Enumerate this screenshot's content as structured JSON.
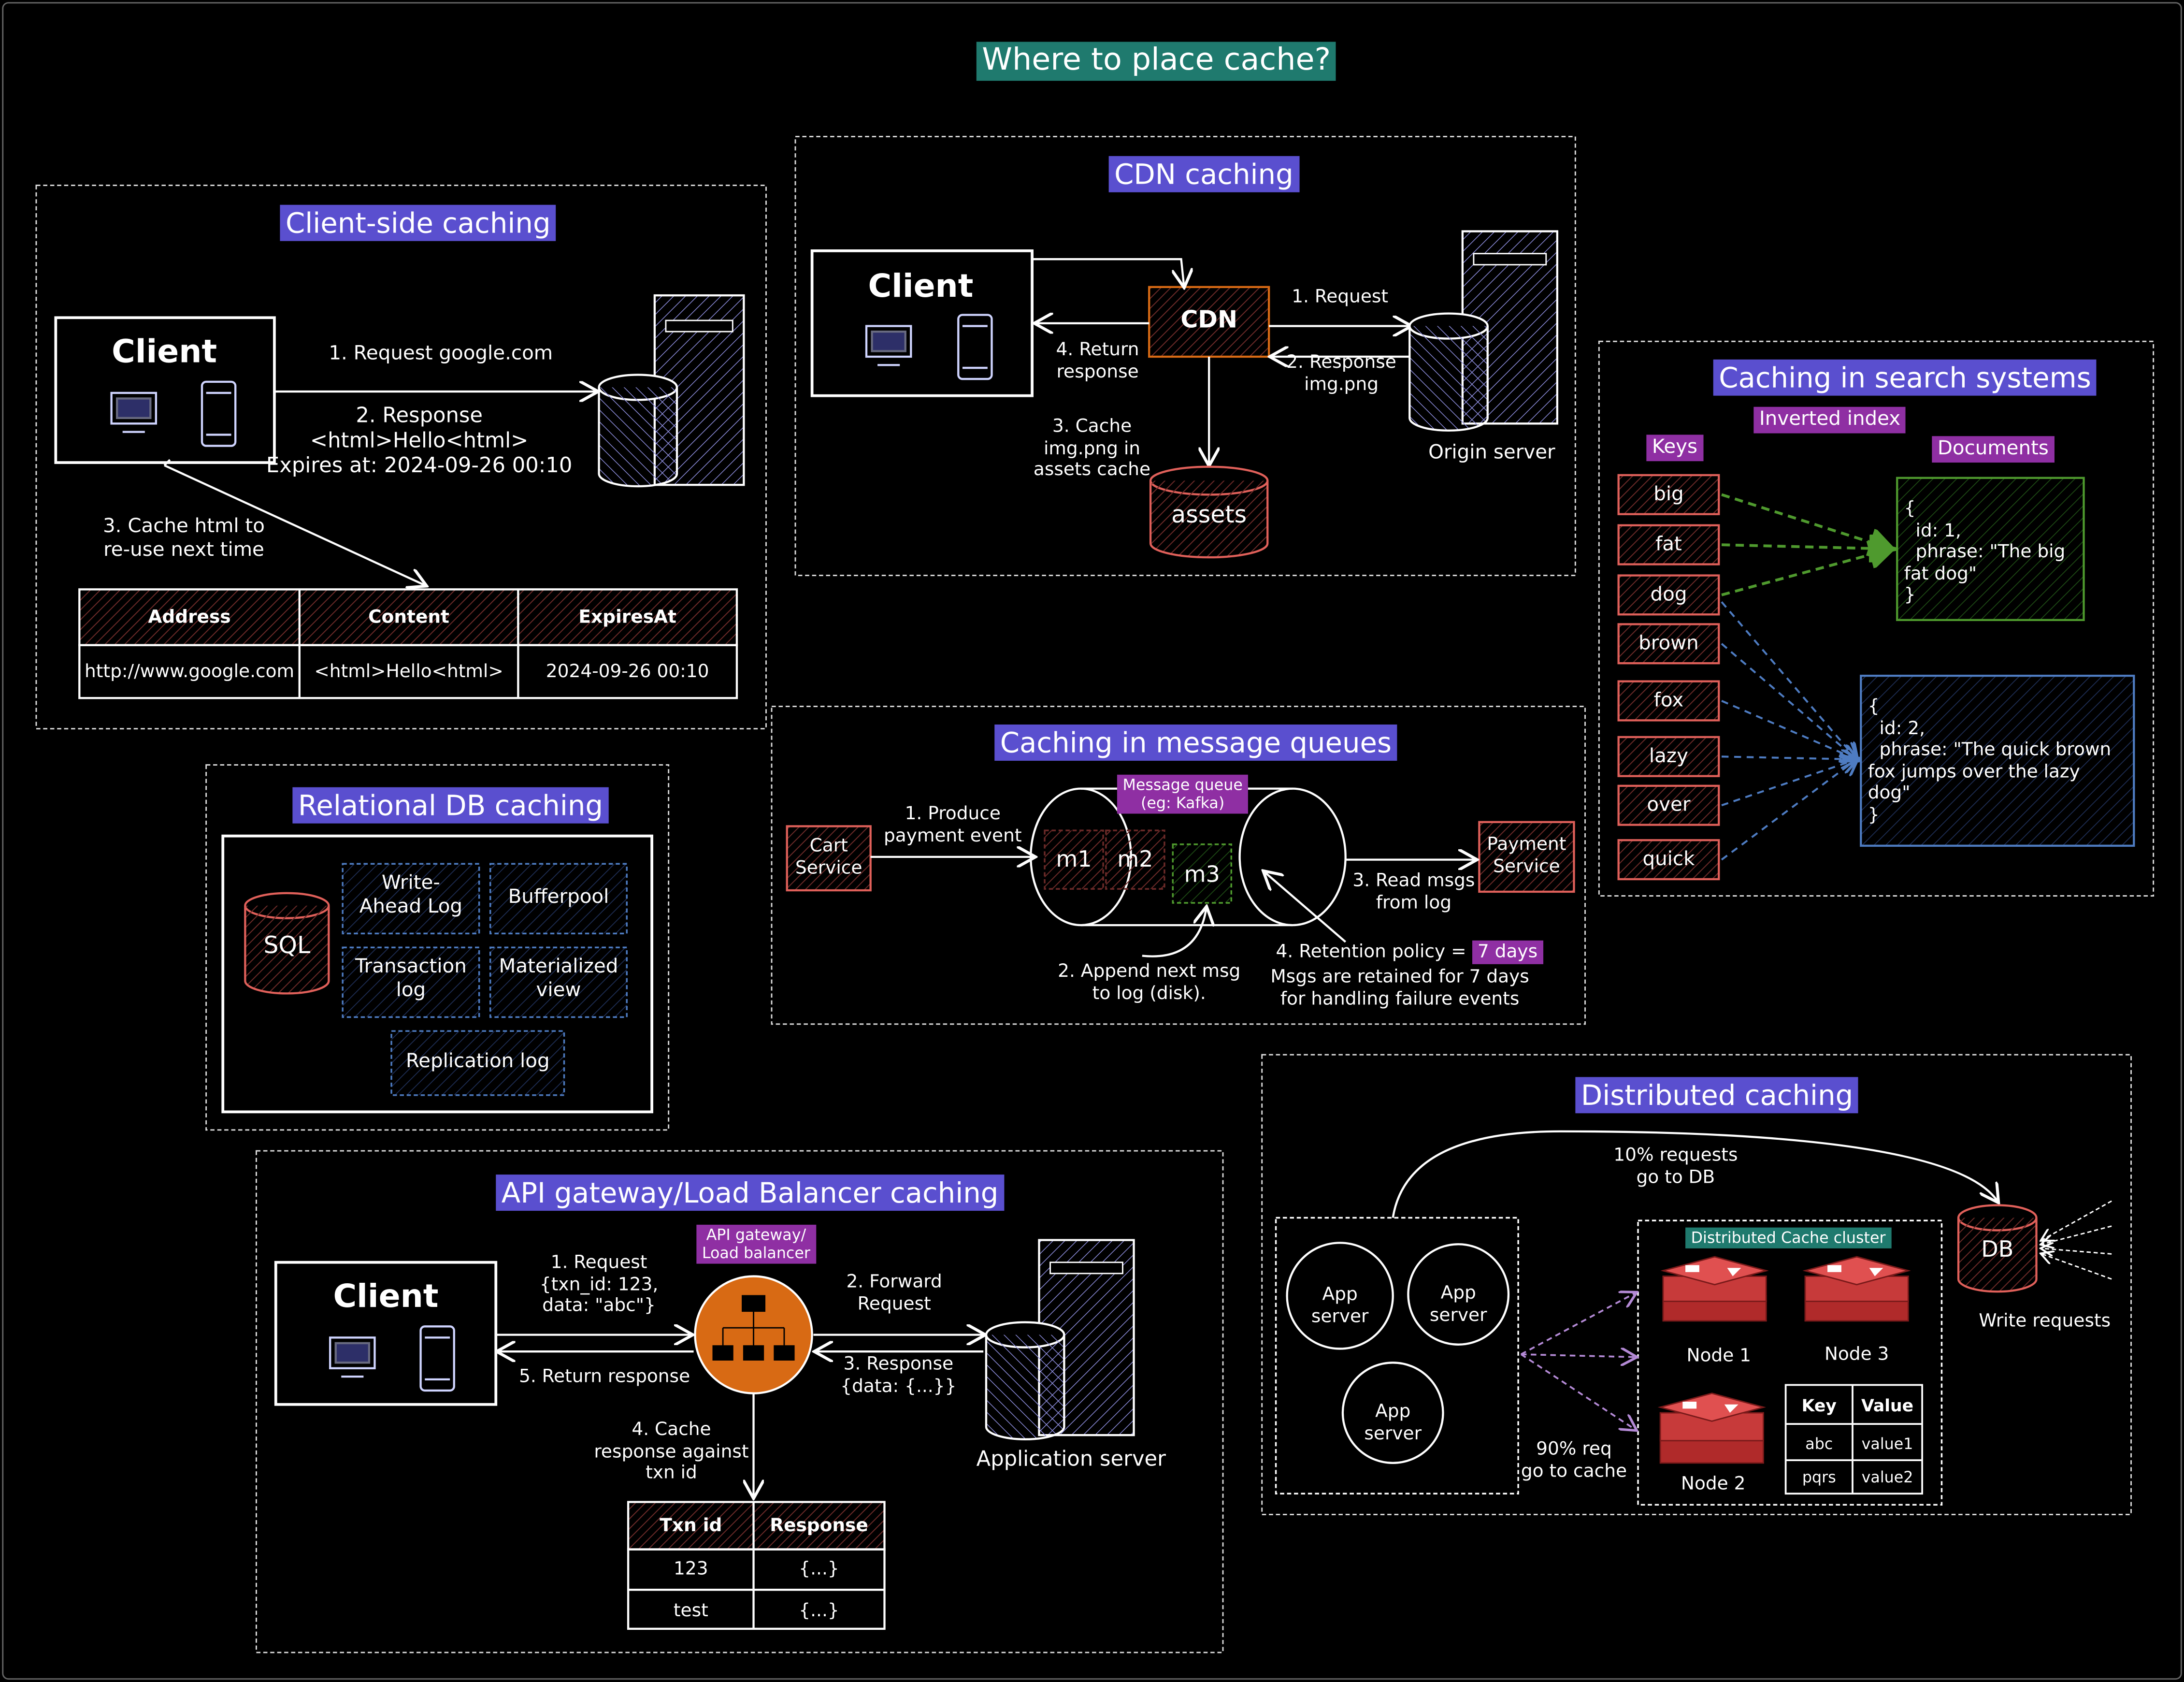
{
  "title": "Where to place cache?",
  "colors": {
    "title_bg": "#1f7a6e",
    "section_bg": "#5a4fcf",
    "tag_bg": "#8f2fa3",
    "red": "#e0605a",
    "green": "#4f9a2e",
    "blue": "#4e7cc2",
    "orange": "#d86a14"
  },
  "client_side": {
    "heading": "Client-side caching",
    "client_label": "Client",
    "request": "1. Request google.com",
    "response": "2. Response\n<html>Hello<html>\nExpires at: 2024-09-26 00:10",
    "cache_note": "3. Cache html to\nre-use next time",
    "table": {
      "headers": [
        "Address",
        "Content",
        "ExpiresAt"
      ],
      "row": [
        "http://www.google.com",
        "<html>Hello<html>",
        "2024-09-26 00:10"
      ]
    }
  },
  "cdn": {
    "heading": "CDN caching",
    "client_label": "Client",
    "cdn_label": "CDN",
    "request": "1. Request",
    "response": "2. Response\nimg.png",
    "cache_note": "3. Cache\nimg.png in\nassets cache",
    "return": "4. Return\nresponse",
    "assets_label": "assets",
    "origin_label": "Origin server"
  },
  "search": {
    "heading": "Caching in search systems",
    "index_tag": "Inverted index",
    "keys_label": "Keys",
    "docs_label": "Documents",
    "keys": [
      "big",
      "fat",
      "dog",
      "brown",
      "fox",
      "lazy",
      "over",
      "quick"
    ],
    "doc1": "{\n  id: 1,\n  phrase: \"The big\nfat dog\"\n}",
    "doc2": "{\n  id: 2,\n  phrase: \"The quick brown\nfox jumps over the lazy\ndog\"\n}"
  },
  "relational": {
    "heading": "Relational DB caching",
    "sql_label": "SQL",
    "items": [
      "Write-\nAhead Log",
      "Bufferpool",
      "Transaction\nlog",
      "Materialized\nview",
      "Replication log"
    ]
  },
  "mq": {
    "heading": "Caching in message queues",
    "cart": "Cart\nService",
    "payment": "Payment\nService",
    "queue_tag": "Message queue\n(eg: Kafka)",
    "produce": "1. Produce\npayment event",
    "messages": [
      "m1",
      "m2",
      "m3"
    ],
    "append": "2. Append next msg\nto log (disk).",
    "read": "3. Read msgs\nfrom log",
    "retention_prefix": "4. Retention policy = ",
    "retention_value": "7 days",
    "retention_note": "Msgs are retained for 7 days\nfor handling failure events"
  },
  "api": {
    "heading": "API gateway/Load Balancer caching",
    "client_label": "Client",
    "gateway_tag": "API gateway/\nLoad balancer",
    "request": "1. Request\n{txn_id: 123,\ndata: \"abc\"}",
    "forward": "2. Forward\nRequest",
    "response": "3. Response\n{data: {...}}",
    "cache_note": "4. Cache\nresponse against\ntxn id",
    "return": "5. Return response",
    "server_label": "Application server",
    "table": {
      "headers": [
        "Txn id",
        "Response"
      ],
      "rows": [
        [
          "123",
          "{...}"
        ],
        [
          "test",
          "{...}"
        ]
      ]
    }
  },
  "distributed": {
    "heading": "Distributed caching",
    "app_server": "App\nserver",
    "ten_pct": "10% requests\ngo to DB",
    "ninety_pct": "90% req\ngo to cache",
    "cluster_tag": "Distributed Cache cluster",
    "nodes": [
      "Node 1",
      "Node 3",
      "Node 2"
    ],
    "db_label": "DB",
    "write_requests": "Write requests",
    "kv": {
      "headers": [
        "Key",
        "Value"
      ],
      "rows": [
        [
          "abc",
          "value1"
        ],
        [
          "pqrs",
          "value2"
        ]
      ]
    }
  }
}
